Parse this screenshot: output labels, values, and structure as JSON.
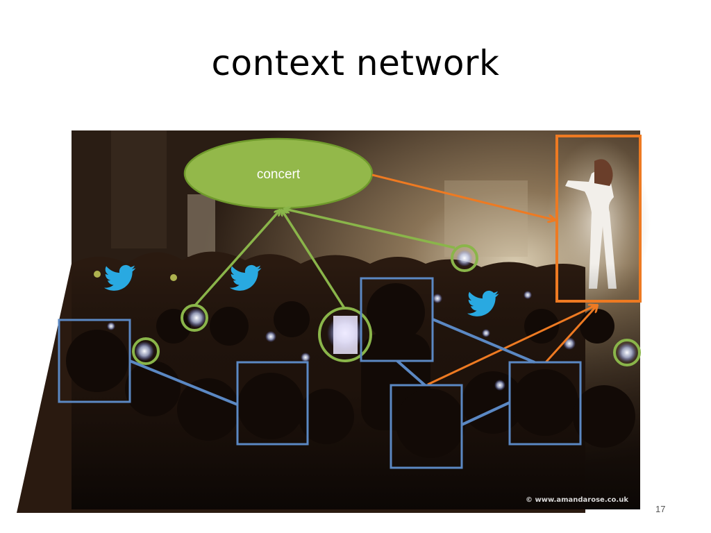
{
  "slide": {
    "title": "context network",
    "page_number": "17"
  },
  "diagram": {
    "hub_label": "concert",
    "watermark": "© www.amandarose.co.uk",
    "colors": {
      "hub_fill": "#93b84a",
      "hub_stroke": "#6f9a2c",
      "green": "#8ab54a",
      "orange": "#ee7a22",
      "blue": "#5b88c3",
      "twitter": "#29a9e1"
    },
    "icons": [
      "twitter-bird-icon",
      "twitter-bird-icon",
      "twitter-bird-icon"
    ]
  }
}
